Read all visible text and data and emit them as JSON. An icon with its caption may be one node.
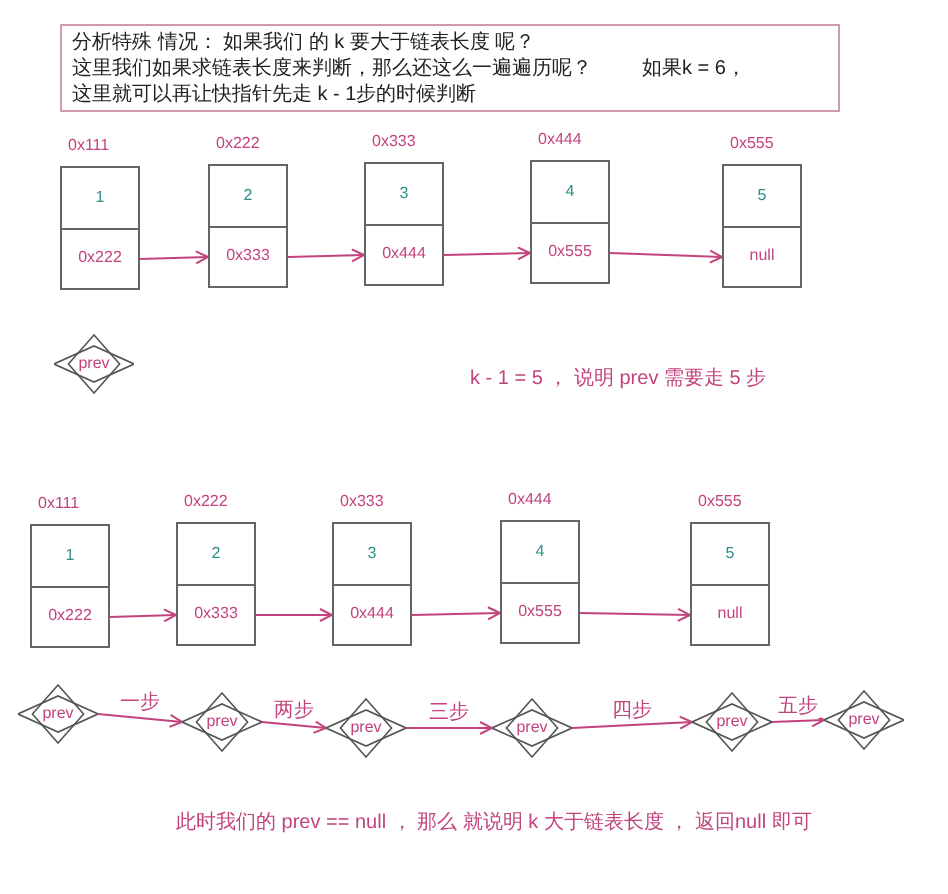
{
  "diagram": {
    "nodes": [
      {
        "text": [
          "分析特殊 情况： 如果我们 的 k 要大于链表长度 呢？",
          "这里我们如果求链表长度来判断，那么还这么一遍遍历呢？",
          "这里就可以再让快指针先走 k - 1步的时候判断",
          "如果k = 6，"
        ]
      },
      {
        "text": [
          "1",
          "0x222"
        ],
        "beside": [
          "0x111"
        ]
      },
      {
        "text": [
          "2",
          "0x333"
        ],
        "beside": [
          "0x222"
        ]
      },
      {
        "text": [
          "3",
          "0x444"
        ],
        "beside": [
          "0x333"
        ]
      },
      {
        "text": [
          "4",
          "0x555"
        ],
        "beside": [
          "0x444"
        ]
      },
      {
        "text": [
          "5",
          "null"
        ],
        "beside": [
          "0x555"
        ]
      },
      {
        "text": [
          "prev"
        ]
      },
      {
        "text": [
          "1",
          "0x222"
        ],
        "beside": [
          "0x111"
        ]
      },
      {
        "text": [
          "2",
          "0x333"
        ],
        "beside": [
          "0x222"
        ]
      },
      {
        "text": [
          "3",
          "0x444"
        ],
        "beside": [
          "0x333"
        ]
      },
      {
        "text": [
          "4",
          "0x555"
        ],
        "beside": [
          "0x444"
        ]
      },
      {
        "text": [
          "5",
          "null"
        ],
        "beside": [
          "0x555"
        ]
      },
      {
        "text": [
          "prev"
        ]
      },
      {
        "text": [
          "prev"
        ]
      },
      {
        "text": [
          "prev"
        ]
      },
      {
        "text": [
          "prev"
        ]
      },
      {
        "text": [
          "prev"
        ]
      },
      {
        "text": [
          "prev"
        ]
      }
    ],
    "edges": [
      {
        "from": 1,
        "to": 2,
        "arrow": "to"
      },
      {
        "from": 2,
        "to": 3,
        "arrow": "to"
      },
      {
        "from": 3,
        "to": 4,
        "arrow": "to"
      },
      {
        "from": 4,
        "to": 5,
        "arrow": "to"
      },
      {
        "from": 7,
        "to": 8,
        "arrow": "to"
      },
      {
        "from": 8,
        "to": 9,
        "arrow": "to"
      },
      {
        "from": 9,
        "to": 10,
        "arrow": "to"
      },
      {
        "from": 10,
        "to": 11,
        "arrow": "to"
      },
      {
        "from": 12,
        "to": 13,
        "arrow": "to",
        "label": "一步"
      },
      {
        "from": 13,
        "to": 14,
        "arrow": "to",
        "label": "两步"
      },
      {
        "from": 14,
        "to": 15,
        "arrow": "to",
        "label": "三步"
      },
      {
        "from": 15,
        "to": 16,
        "arrow": "to",
        "label": "四步"
      },
      {
        "from": 16,
        "to": 17,
        "arrow": "to",
        "label": "五步"
      }
    ],
    "labels": [
      "k - 1 = 5 ， 说明 prev 需要走 5 步",
      "此时我们的 prev == null ， 那么 就说明 k 大于链表长度 ， 返回null 即可"
    ]
  }
}
